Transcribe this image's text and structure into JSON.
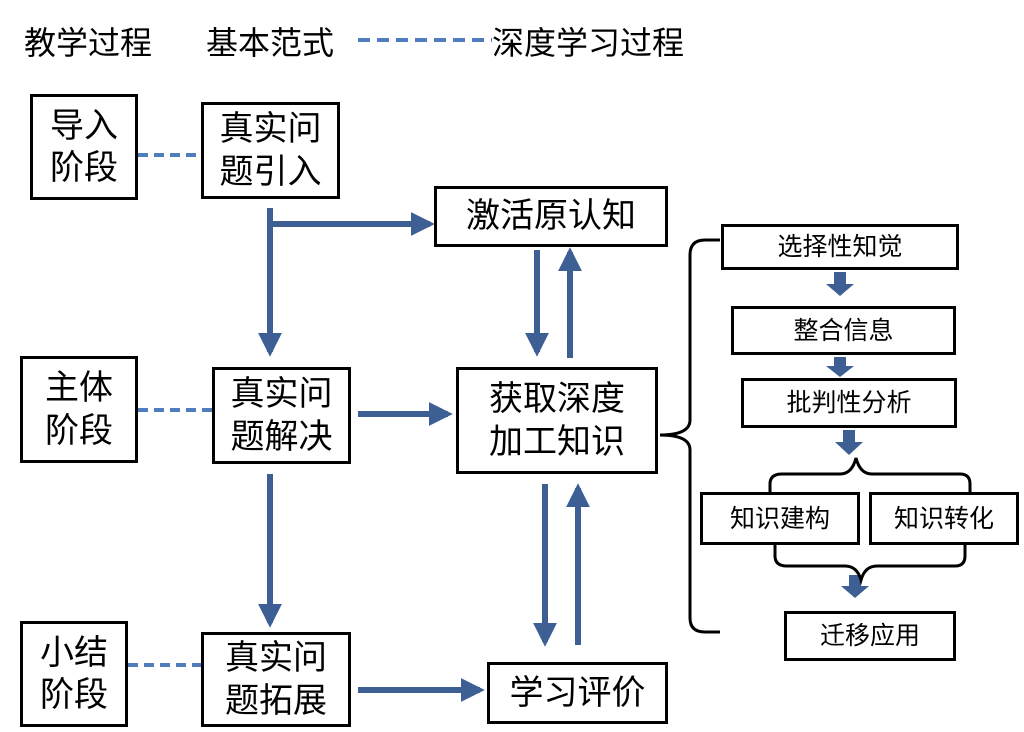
{
  "legend": {
    "teaching_process": "教学过程",
    "basic_paradigm": "基本范式",
    "deep_learning_process": "深度学习过程"
  },
  "stages": {
    "intro": [
      "导入",
      "阶段"
    ],
    "main": [
      "主体",
      "阶段"
    ],
    "summary": [
      "小结",
      "阶段"
    ]
  },
  "steps": {
    "problem_intro": [
      "真实问",
      "题引入"
    ],
    "problem_solve": [
      "真实问",
      "题解决"
    ],
    "problem_extend": [
      "真实问",
      "题拓展"
    ]
  },
  "process": {
    "activate": "激活原认知",
    "acquire": [
      "获取深度",
      "加工知识"
    ],
    "evaluate": "学习评价"
  },
  "detail": {
    "selective_perception": "选择性知觉",
    "integrate_info": "整合信息",
    "critical_analysis": "批判性分析",
    "knowledge_construction": "知识建构",
    "knowledge_transform": "知识转化",
    "transfer_application": "迁移应用"
  },
  "colors": {
    "arrow": "#3D5F94",
    "dashed": "#4F7DBE",
    "border": "#000000"
  }
}
